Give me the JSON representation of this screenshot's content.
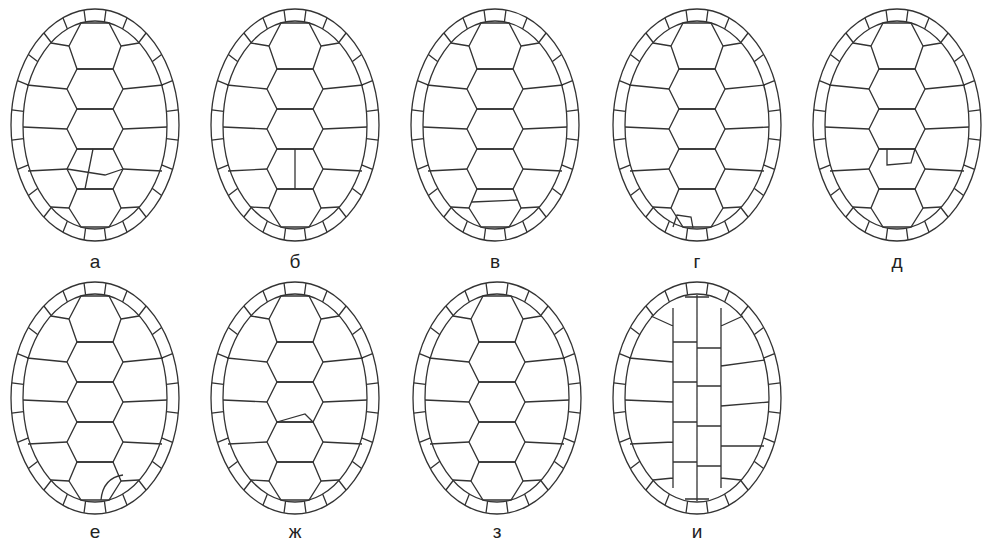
{
  "diagram": {
    "labels": [
      "а",
      "б",
      "в",
      "г",
      "д",
      "е",
      "ж",
      "з",
      "и"
    ]
  }
}
